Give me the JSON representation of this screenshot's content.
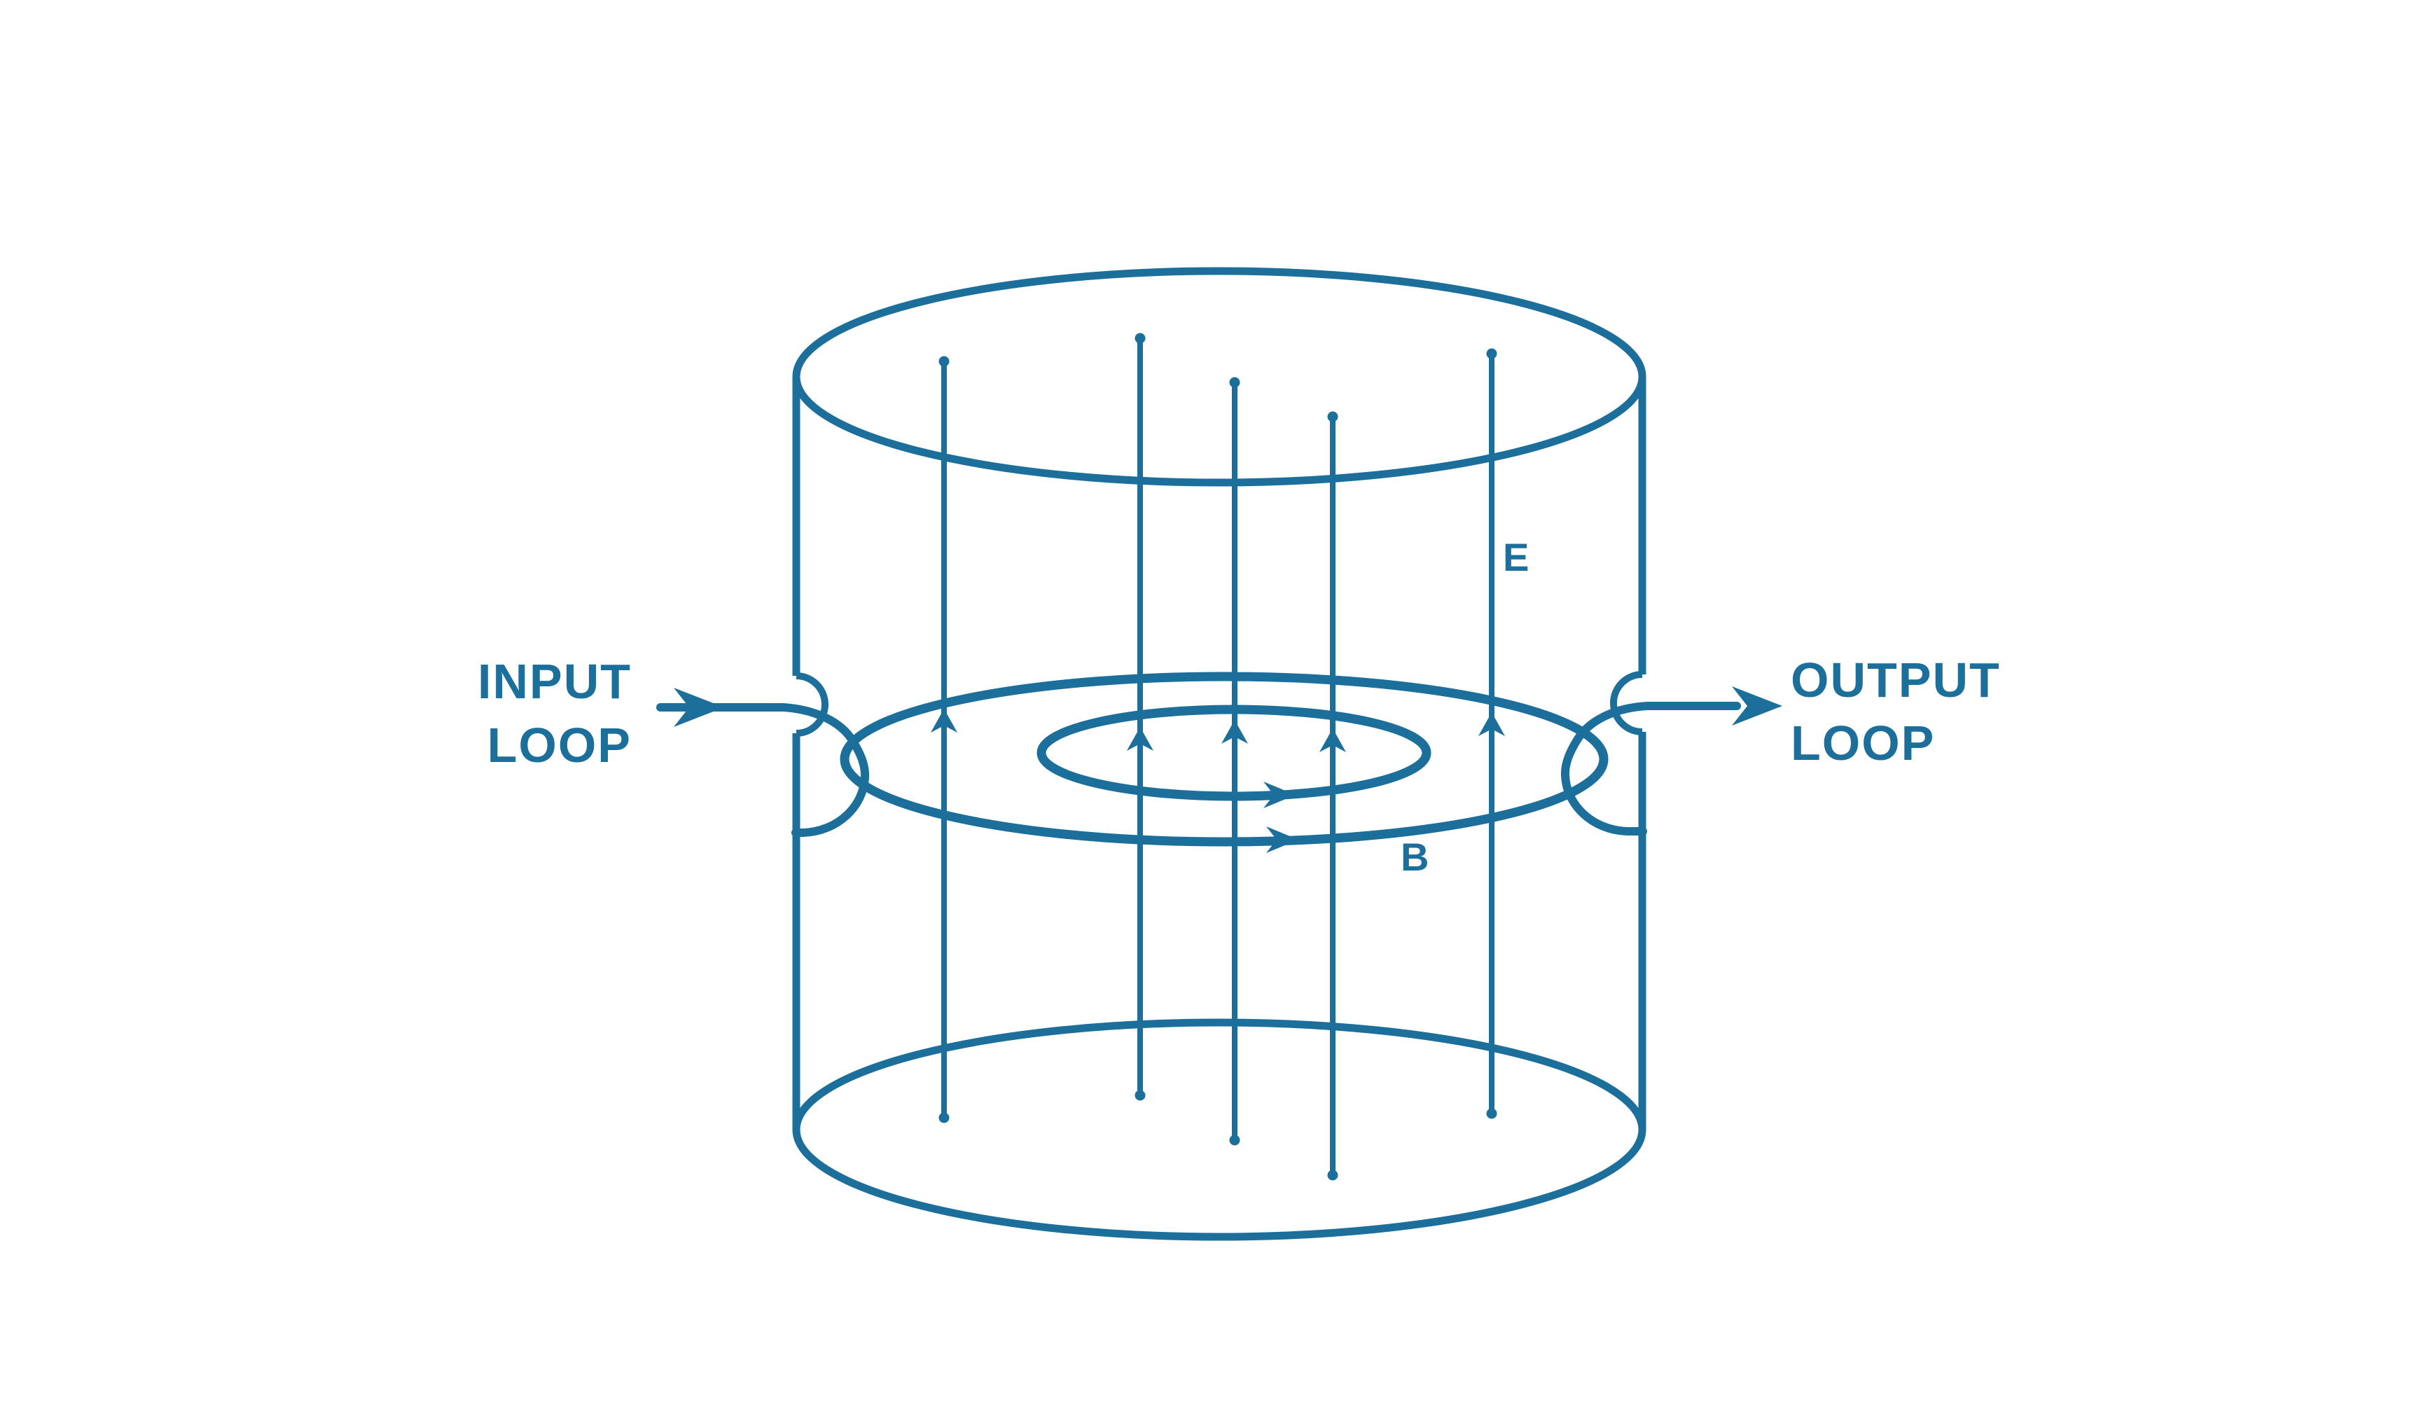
{
  "labels": {
    "input_line1": "INPUT",
    "input_line2": "LOOP",
    "output_line1": "OUTPUT",
    "output_line2": "LOOP",
    "e_field": "E",
    "b_field": "B"
  },
  "colors": {
    "ink": "#1c6e9b",
    "background": "#ffffff"
  }
}
